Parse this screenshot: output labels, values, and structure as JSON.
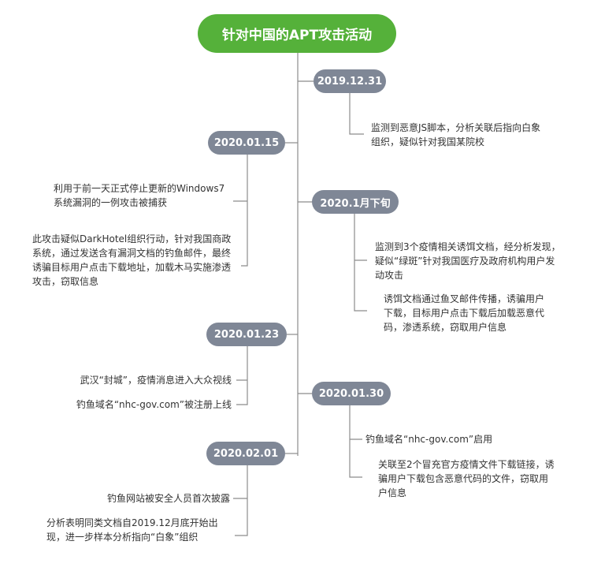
{
  "diagram": {
    "title": "针对中国的APT攻击活动",
    "colors": {
      "root": "#55b13a",
      "date_pill": "#7f8796",
      "line": "#8c8c8c",
      "text": "#333333"
    },
    "events": [
      {
        "date": "2019.12.31",
        "side": "right",
        "notes": [
          "监测到恶意JS脚本，分析关联后指向白象组织，疑似针对我国某院校"
        ]
      },
      {
        "date": "2020.01.15",
        "side": "left",
        "notes": [
          "利用于前一天正式停止更新的Windows7系统漏洞的一例攻击被捕获",
          "此攻击疑似DarkHotel组织行动，针对我国商政系统，通过发送含有漏洞文档的钓鱼邮件，最终诱骗目标用户点击下载地址，加载木马实施渗透攻击，窃取信息"
        ]
      },
      {
        "date": "2020.1月下旬",
        "side": "right",
        "notes": [
          "监测到3个疫情相关诱饵文档，经分析发现，疑似“绿斑”针对我国医疗及政府机构用户发动攻击",
          "诱饵文档通过鱼叉邮件传播，诱骗用户下载，目标用户点击下载后加载恶意代码，渗透系统，窃取用户信息"
        ]
      },
      {
        "date": "2020.01.23",
        "side": "left",
        "notes": [
          "武汉“封城”，疫情消息进入大众视线",
          "钓鱼域名“nhc-gov.com”被注册上线"
        ]
      },
      {
        "date": "2020.01.30",
        "side": "right",
        "notes": [
          "钓鱼域名“nhc-gov.com”启用",
          "关联至2个冒充官方疫情文件下载链接，诱骗用户下载包含恶意代码的文件，窃取用户信息"
        ]
      },
      {
        "date": "2020.02.01",
        "side": "left",
        "notes": [
          "钓鱼网站被安全人员首次披露",
          "分析表明同类文档自2019.12月底开始出现，进一步样本分析指向“白象”组织"
        ]
      }
    ]
  }
}
